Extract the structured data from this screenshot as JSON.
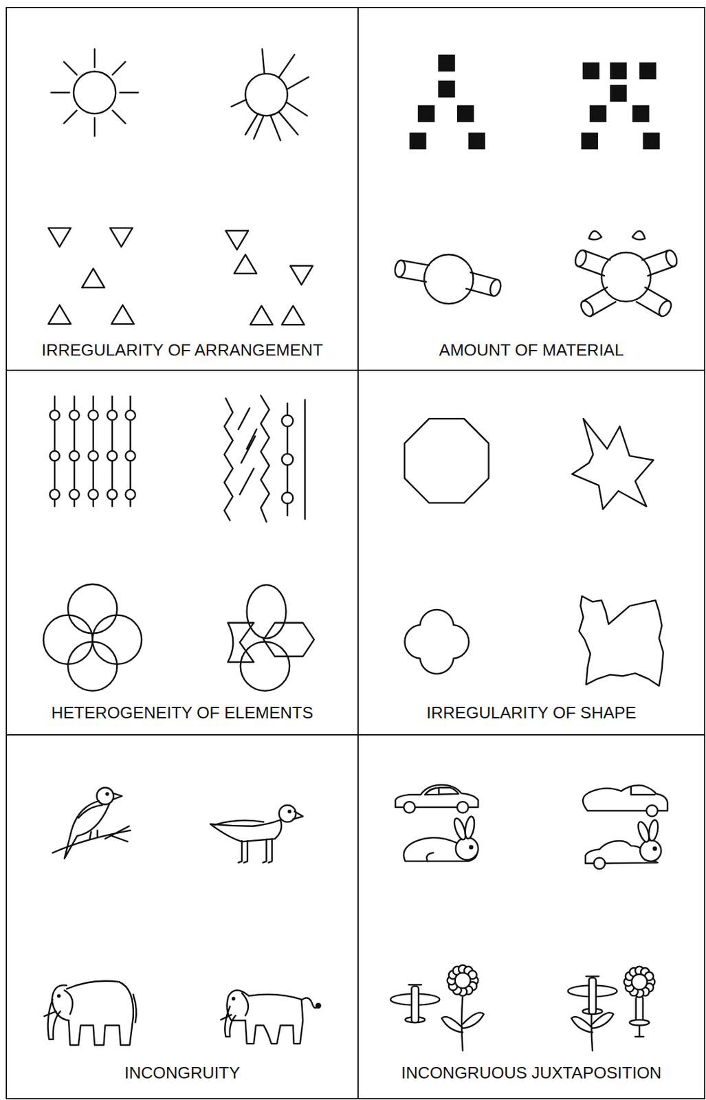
{
  "diagram": {
    "nodes": [
      {
        "text": [
          "IRREGULARITY OF ARRANGEMENT"
        ]
      },
      {
        "text": [
          "AMOUNT OF MATERIAL"
        ]
      },
      {
        "text": [
          "HETEROGENEITY OF ELEMENTS"
        ]
      },
      {
        "text": [
          "IRREGULARITY OF SHAPE"
        ]
      },
      {
        "text": [
          "INCONGRUITY"
        ]
      },
      {
        "text": [
          "INCONGRUOUS JUXTAPOSITION"
        ]
      }
    ]
  }
}
